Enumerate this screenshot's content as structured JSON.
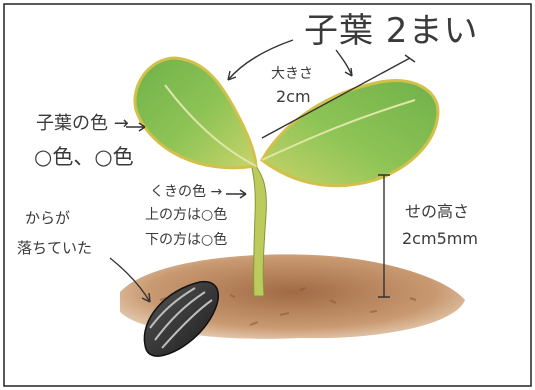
{
  "labels": {
    "cotyledon_count": "子葉 2まい",
    "cotyledon_size_caption": "大きさ",
    "cotyledon_size_value": "2cm",
    "leaf_color_caption": "子葉の色 →",
    "leaf_color_value": "○色、○色",
    "stem_color_caption": "くきの色 →",
    "stem_color_upper": "上の方は○色",
    "stem_color_lower": "下の方は○色",
    "height_caption": "せの高さ",
    "height_value": "2cm5mm",
    "seed_note_line1": "からが",
    "seed_note_line2": "落ちていた"
  },
  "colors": {
    "leaf": "#8fbf4a",
    "leaf_dark": "#4f8a2c",
    "leaf_edge": "#d7c24a",
    "stem": "#b7c85a",
    "soil": "#b98560",
    "seed_dark": "#2e2e2e",
    "ink": "#3a3a3a"
  }
}
